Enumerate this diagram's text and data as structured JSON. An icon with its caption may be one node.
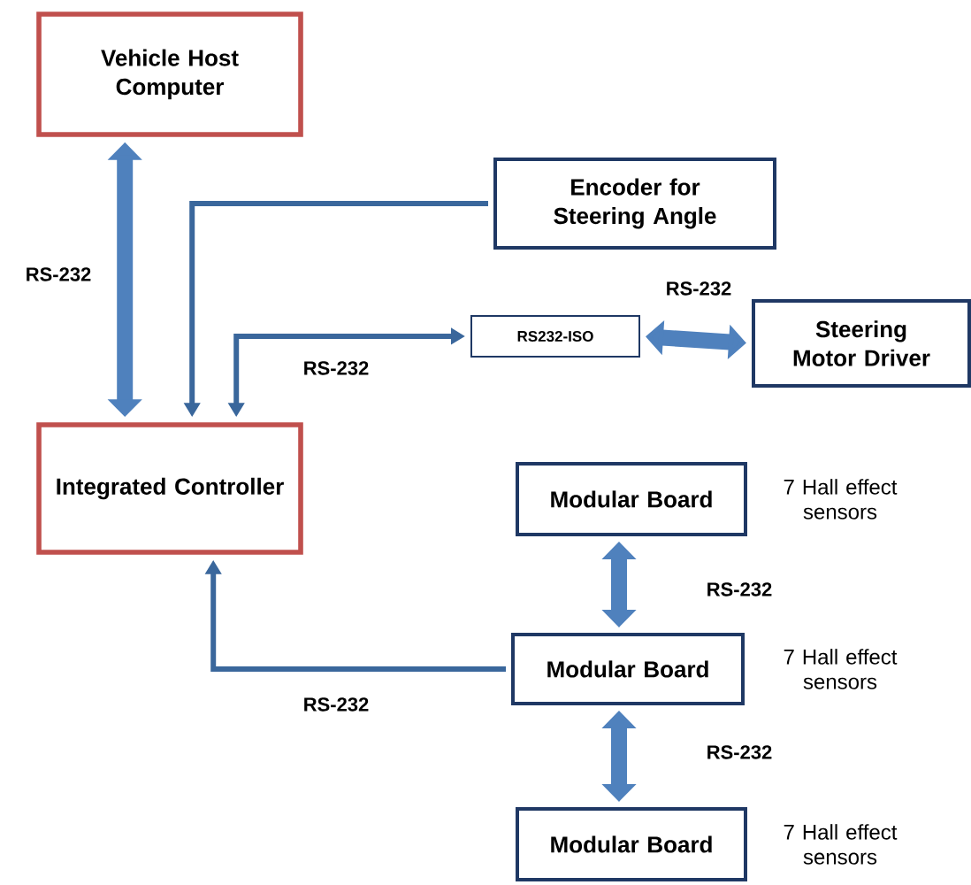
{
  "diagram": {
    "nodes": [
      {
        "text": [
          "Vehicle Host Computer"
        ]
      },
      {
        "text": [
          "Encoder for Steering Angle"
        ]
      },
      {
        "text": [
          "RS232-ISO"
        ]
      },
      {
        "text": [
          "Steering Motor Driver"
        ]
      },
      {
        "text": [
          "Integrated Controller"
        ]
      },
      {
        "text": [
          "Modular Board"
        ],
        "beside": [
          "7 Hall effect sensors"
        ]
      },
      {
        "text": [
          "Modular Board"
        ],
        "beside": [
          "7 Hall effect sensors"
        ]
      },
      {
        "text": [
          "Modular Board"
        ],
        "beside": [
          "7 Hall effect sensors"
        ]
      }
    ],
    "edges": [
      {
        "from": 0,
        "to": 4,
        "arrow": "both",
        "label": "RS-232"
      },
      {
        "from": 1,
        "to": 4,
        "arrow": "to",
        "color": "#3a679c"
      },
      {
        "from": 4,
        "to": 2,
        "arrow": "both",
        "label": "RS-232",
        "color": "#3a679c"
      },
      {
        "from": 2,
        "to": 3,
        "arrow": "both",
        "label": "RS-232"
      },
      {
        "from": 6,
        "to": 4,
        "arrow": "to",
        "label": "RS-232",
        "color": "#3a679c"
      },
      {
        "from": 5,
        "to": 6,
        "arrow": "both",
        "label": "RS-232"
      },
      {
        "from": 6,
        "to": 7,
        "arrow": "both",
        "label": "RS-232"
      }
    ]
  }
}
